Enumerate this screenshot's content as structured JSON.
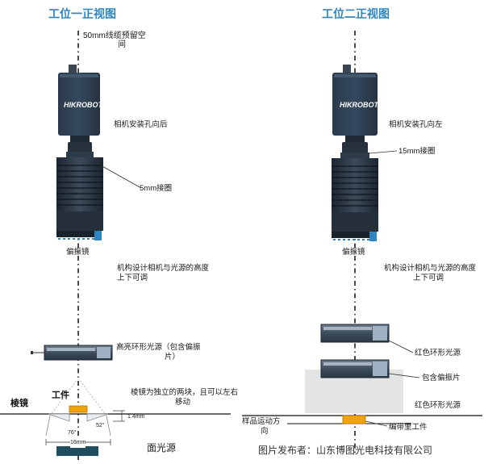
{
  "left": {
    "title": "工位一正视图",
    "cable_note_line1": "50mm线缆预留空",
    "cable_note_line2": "间",
    "brand": "HIKROBOT",
    "camera_hole": "相机安装孔向后",
    "spacer": "5mm接圈",
    "polarizer_lens": "偏振镜",
    "mech_note_line1": "机构设计相机与光源的高度",
    "mech_note_line2": "上下可调",
    "ring_light_line1": "高亮环形光源（包含偏振",
    "ring_light_line2": "片）",
    "workpiece": "工件",
    "prism_label": "棱镜",
    "prism_note_line1": "棱镜为独立的两块，且可以左右",
    "prism_note_line2": "移动",
    "dim_gap": "1.4mm",
    "angle_a": "76°",
    "angle_b": "52°",
    "dim_width": "16mm",
    "surface_light": "面光源"
  },
  "right": {
    "title": "工位二正视图",
    "brand": "HIKROBOT",
    "camera_hole": "相机安装孔向左",
    "spacer": "15mm接圈",
    "polarizer_lens": "偏振镜",
    "mech_note_line1": "机构设计相机与光源的高度",
    "mech_note_line2": "上下可调",
    "red_ring_1": "红色环形光源",
    "polarizer_included": "包含偏振片",
    "red_ring_2": "红色环形光源",
    "motion_line1": "样品运动方",
    "motion_line2": "向",
    "tape_workpiece": "编带里工件"
  },
  "footer": "图片发布者：山东博图光电科技有限公司"
}
